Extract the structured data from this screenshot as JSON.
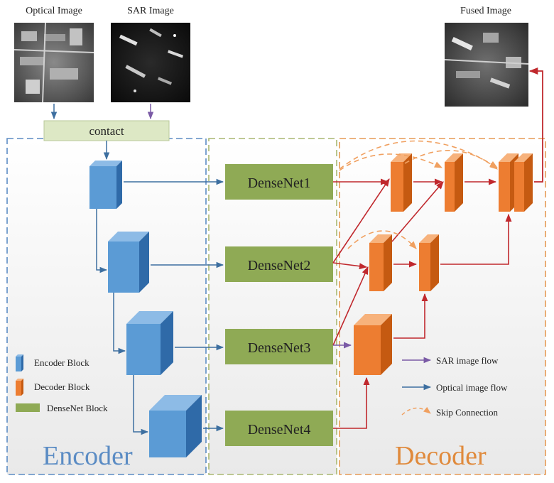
{
  "images": {
    "optical_label": "Optical Image",
    "sar_label": "SAR Image",
    "fused_label": "Fused Image"
  },
  "concat_label": "contact",
  "densenet": {
    "b1": "DenseNet1",
    "b2": "DenseNet2",
    "b3": "DenseNet3",
    "b4": "DenseNet4"
  },
  "legend_left": {
    "encoder": "Encoder Block",
    "decoder": "Decoder Block",
    "densenet": "DenseNet Block"
  },
  "legend_right": {
    "sar": "SAR image flow",
    "optical": "Optical image flow",
    "skip": "Skip Connection"
  },
  "sections": {
    "encoder": "Encoder",
    "decoder": "Decoder"
  },
  "colors": {
    "encoder_blue": "#5b9bd5",
    "decoder_orange": "#ed7d31",
    "densenet_green": "#8faa55",
    "sar_purple": "#7a5aa6",
    "optical_blue": "#3d6fa0",
    "decoder_red": "#c0282d"
  }
}
